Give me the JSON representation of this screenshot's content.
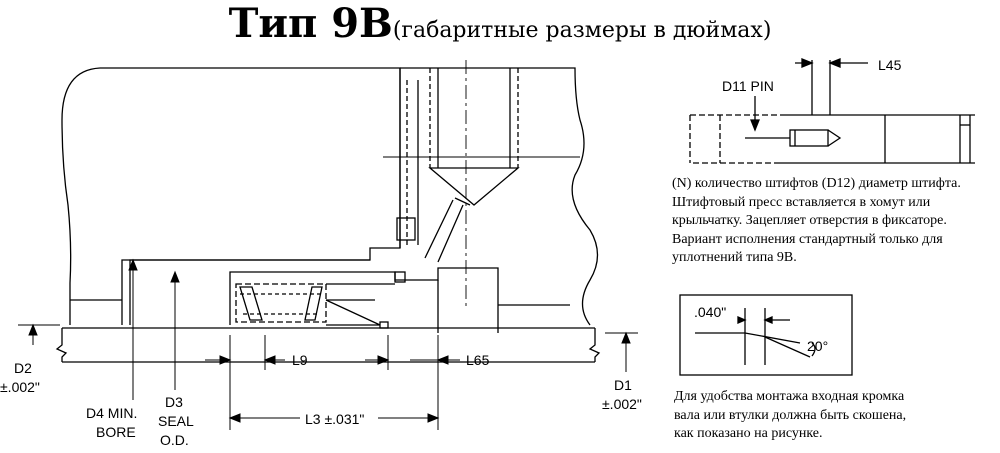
{
  "title": {
    "main": "Тип 9В",
    "subtitle": "(габаритные размеры в дюймах)"
  },
  "dimensions": {
    "l45": "L45",
    "d11": "D11 PIN",
    "l9": "L9",
    "l65": "L65",
    "l3": "L3 ±.031\"",
    "d2_line1": "D2",
    "d2_line2": "±.002\"",
    "d1_line1": "D1",
    "d1_line2": "±.002\"",
    "d4_line1": "D4 MIN.",
    "d4_line2": "BORE",
    "d3_line1": "D3",
    "d3_line2": "SEAL",
    "d3_line3": "O.D.",
    "chamfer_width": ".040\"",
    "chamfer_angle": "20°"
  },
  "notes": {
    "pin": [
      "(N) количество штифтов (D12) диаметр штифта.",
      "Штифтовый пресс вставляется в хомут или",
      "крыльчатку. Зацепляет отверстия в фиксаторе.",
      "Вариант исполнения стандартный только для",
      "уплотнений типа 9В."
    ],
    "chamfer": [
      "Для удобства монтажа входная кромка",
      "вала или втулки должна быть скошена,",
      "как показано на рисунке."
    ]
  }
}
